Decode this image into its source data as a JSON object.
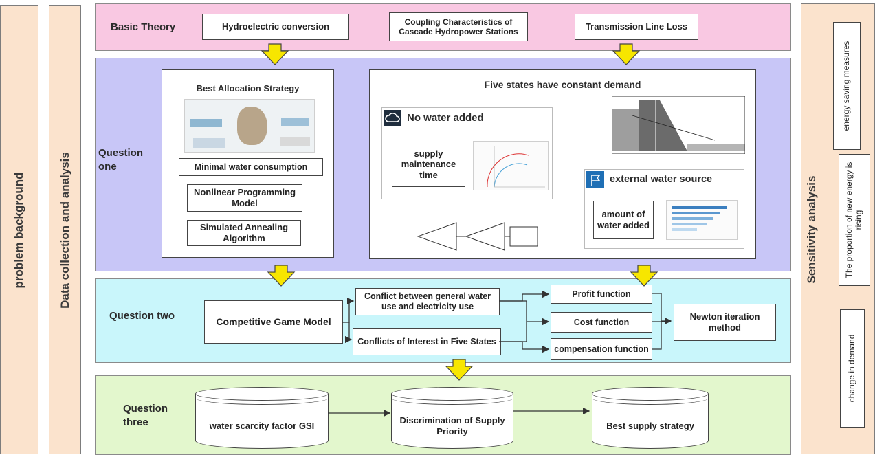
{
  "left": {
    "problem_background": "problem background",
    "data_collection": "Data collection and analysis"
  },
  "right": {
    "sensitivity_analysis": "Sensitivity analysis",
    "item1": "energy saving measures",
    "item2": "The proportion of new energy is rising",
    "item3": "change in demand"
  },
  "basic_theory": {
    "label": "Basic Theory",
    "box1": "Hydroelectric conversion",
    "box2": "Coupling Characteristics of Cascade Hydropower Stations",
    "box3": "Transmission Line Loss"
  },
  "question_one": {
    "label": "Question one",
    "best_allocation": {
      "title": "Best Allocation Strategy",
      "minimal": "Minimal water consumption",
      "nonlinear": "Nonlinear Programming Model",
      "annealing": "Simulated Annealing Algorithm"
    },
    "five_states": {
      "title": "Five states have constant demand",
      "no_water": "No  water added",
      "supply_time": "supply maintenance time",
      "external": "external water source",
      "amount": "amount of water added"
    }
  },
  "question_two": {
    "label": "Question two",
    "game_model": "Competitive Game Model",
    "conflict1": "Conflict between general water use and electricity use",
    "conflict2": "Conflicts of Interest in Five States",
    "profit": "Profit function",
    "cost": "Cost function",
    "compensation": "compensation function",
    "newton": "Newton iteration method"
  },
  "question_three": {
    "label": "Question three",
    "gsi": "water scarcity factor GSI",
    "priority": "Discrimination of Supply Priority",
    "best_supply": "Best supply strategy"
  },
  "colors": {
    "sidebar": "#fbe3cd",
    "basic_theory_band": "#f9c8e2",
    "question_one_band": "#c8c6f7",
    "question_two_band": "#c9f6fb",
    "question_three_band": "#e3f7cd",
    "arrow": "#f7e600"
  }
}
